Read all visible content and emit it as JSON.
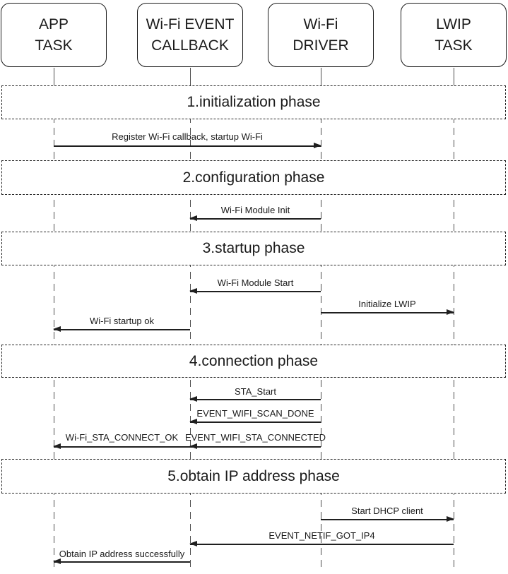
{
  "diagram": {
    "type": "sequence-diagram",
    "colors": {
      "background": "#ffffff",
      "line": "#1f1f1f",
      "lifeline": "#4d4d4d",
      "text": "#1a1a1a"
    },
    "actors": [
      {
        "id": "app-task",
        "label": "APP\nTASK"
      },
      {
        "id": "wifi-event-callback",
        "label": "Wi-Fi EVENT\nCALLBACK"
      },
      {
        "id": "wifi-driver",
        "label": "Wi-Fi\nDRIVER"
      },
      {
        "id": "lwip-task",
        "label": "LWIP\nTASK"
      }
    ],
    "phases": [
      {
        "label": "1.initialization phase"
      },
      {
        "label": "2.configuration phase"
      },
      {
        "label": "3.startup phase"
      },
      {
        "label": "4.connection phase"
      },
      {
        "label": "5.obtain IP address phase"
      }
    ],
    "messages": [
      {
        "label": "Register Wi-Fi callback, startup Wi-Fi",
        "from": "APP TASK",
        "to": "Wi-Fi DRIVER",
        "direction": "right",
        "phase": "1.initialization phase"
      },
      {
        "label": "Wi-Fi Module Init",
        "from": "Wi-Fi DRIVER",
        "to": "Wi-Fi EVENT CALLBACK",
        "direction": "left",
        "phase": "2.configuration phase"
      },
      {
        "label": "Wi-Fi Module Start",
        "from": "Wi-Fi DRIVER",
        "to": "Wi-Fi EVENT CALLBACK",
        "direction": "left",
        "phase": "3.startup phase"
      },
      {
        "label": "Initialize LWIP",
        "from": "Wi-Fi DRIVER",
        "to": "LWIP TASK",
        "direction": "right",
        "phase": "3.startup phase"
      },
      {
        "label": "Wi-Fi startup ok",
        "from": "Wi-Fi EVENT CALLBACK",
        "to": "APP TASK",
        "direction": "left",
        "phase": "3.startup phase"
      },
      {
        "label": "STA_Start",
        "from": "Wi-Fi DRIVER",
        "to": "Wi-Fi EVENT CALLBACK",
        "direction": "left",
        "phase": "4.connection phase"
      },
      {
        "label": "EVENT_WIFI_SCAN_DONE",
        "from": "Wi-Fi DRIVER",
        "to": "Wi-Fi EVENT CALLBACK",
        "direction": "left",
        "phase": "4.connection phase"
      },
      {
        "label": "Wi-Fi_STA_CONNECT_OK",
        "from": "Wi-Fi EVENT CALLBACK",
        "to": "APP TASK",
        "direction": "left",
        "phase": "4.connection phase"
      },
      {
        "label": "EVENT_WIFI_STA_CONNECTED",
        "from": "Wi-Fi DRIVER",
        "to": "Wi-Fi EVENT CALLBACK",
        "direction": "left",
        "phase": "4.connection phase"
      },
      {
        "label": "Start DHCP client",
        "from": "Wi-Fi DRIVER",
        "to": "LWIP TASK",
        "direction": "right",
        "phase": "5.obtain IP address phase"
      },
      {
        "label": "EVENT_NETIF_GOT_IP4",
        "from": "LWIP TASK",
        "to": "Wi-Fi EVENT CALLBACK",
        "direction": "left",
        "phase": "5.obtain IP address phase"
      },
      {
        "label": "Obtain IP address successfully",
        "from": "Wi-Fi EVENT CALLBACK",
        "to": "APP TASK",
        "direction": "left",
        "phase": "5.obtain IP address phase"
      }
    ]
  }
}
